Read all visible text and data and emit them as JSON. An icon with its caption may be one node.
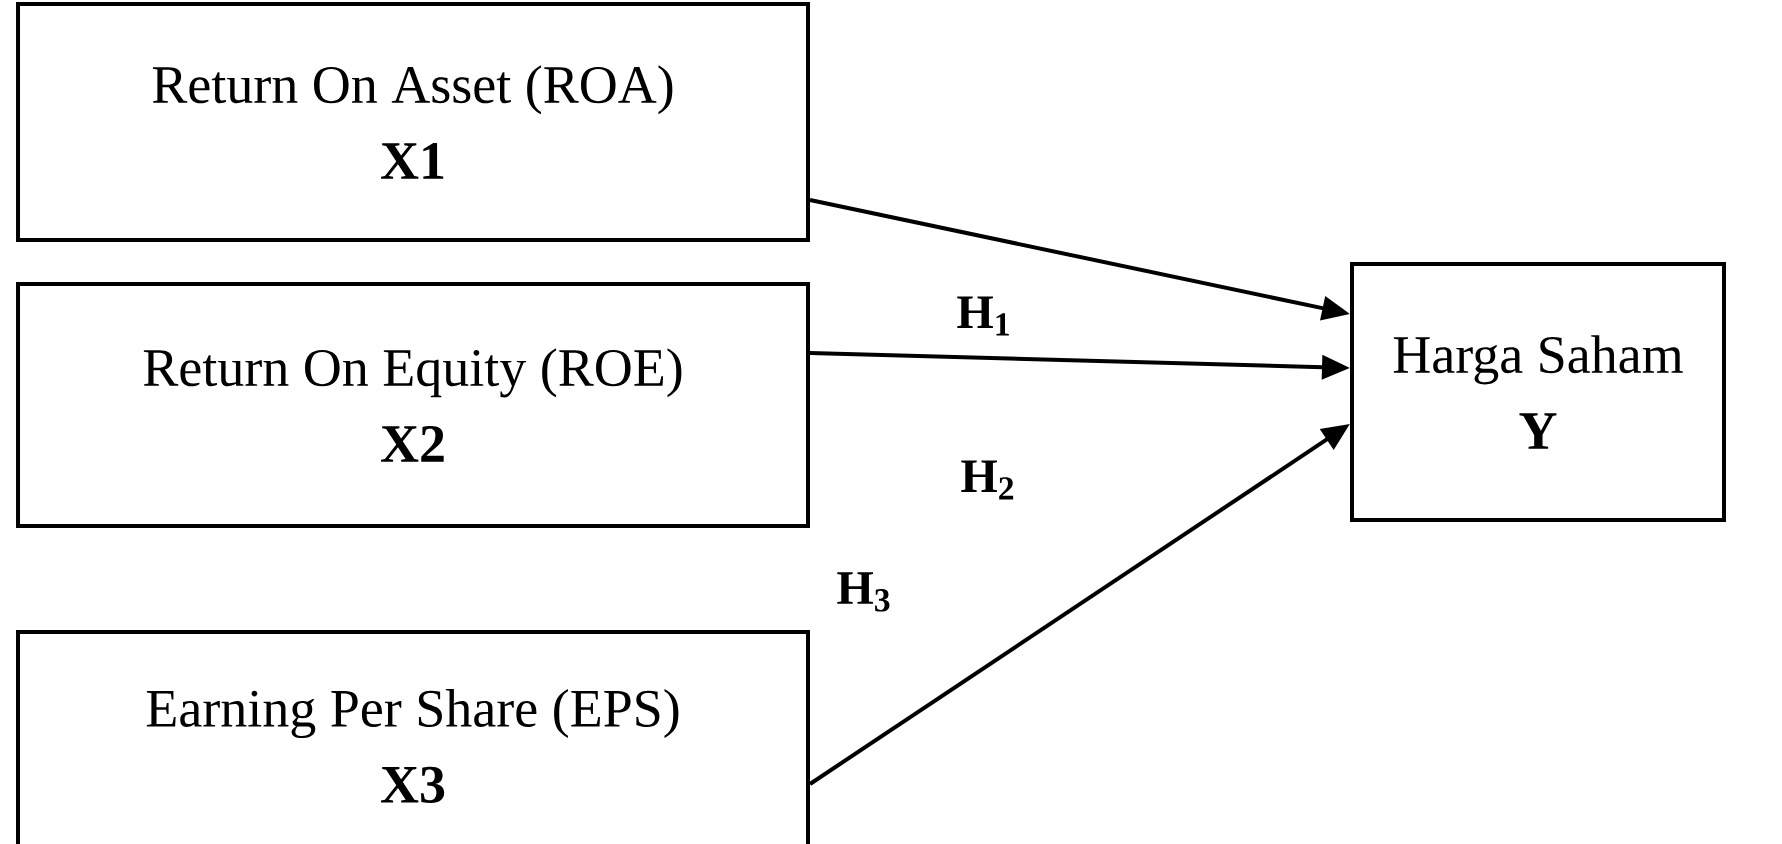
{
  "diagram": {
    "nodes": [
      {
        "text": [
          "Return On Asset (ROA)",
          "X1"
        ]
      },
      {
        "text": [
          "Return On Equity (ROE)",
          "X2"
        ]
      },
      {
        "text": [
          "Earning Per Share (EPS)",
          "X3"
        ]
      },
      {
        "text": [
          "Harga Saham",
          "Y"
        ]
      }
    ],
    "edges": [
      {
        "from": 0,
        "to": 3,
        "arrow": "to",
        "label": "H$_{1}$"
      },
      {
        "from": 1,
        "to": 3,
        "arrow": "to",
        "label": "H$_{2}$"
      },
      {
        "from": 2,
        "to": 3,
        "arrow": "to",
        "label": "H$_{3}$"
      }
    ]
  }
}
